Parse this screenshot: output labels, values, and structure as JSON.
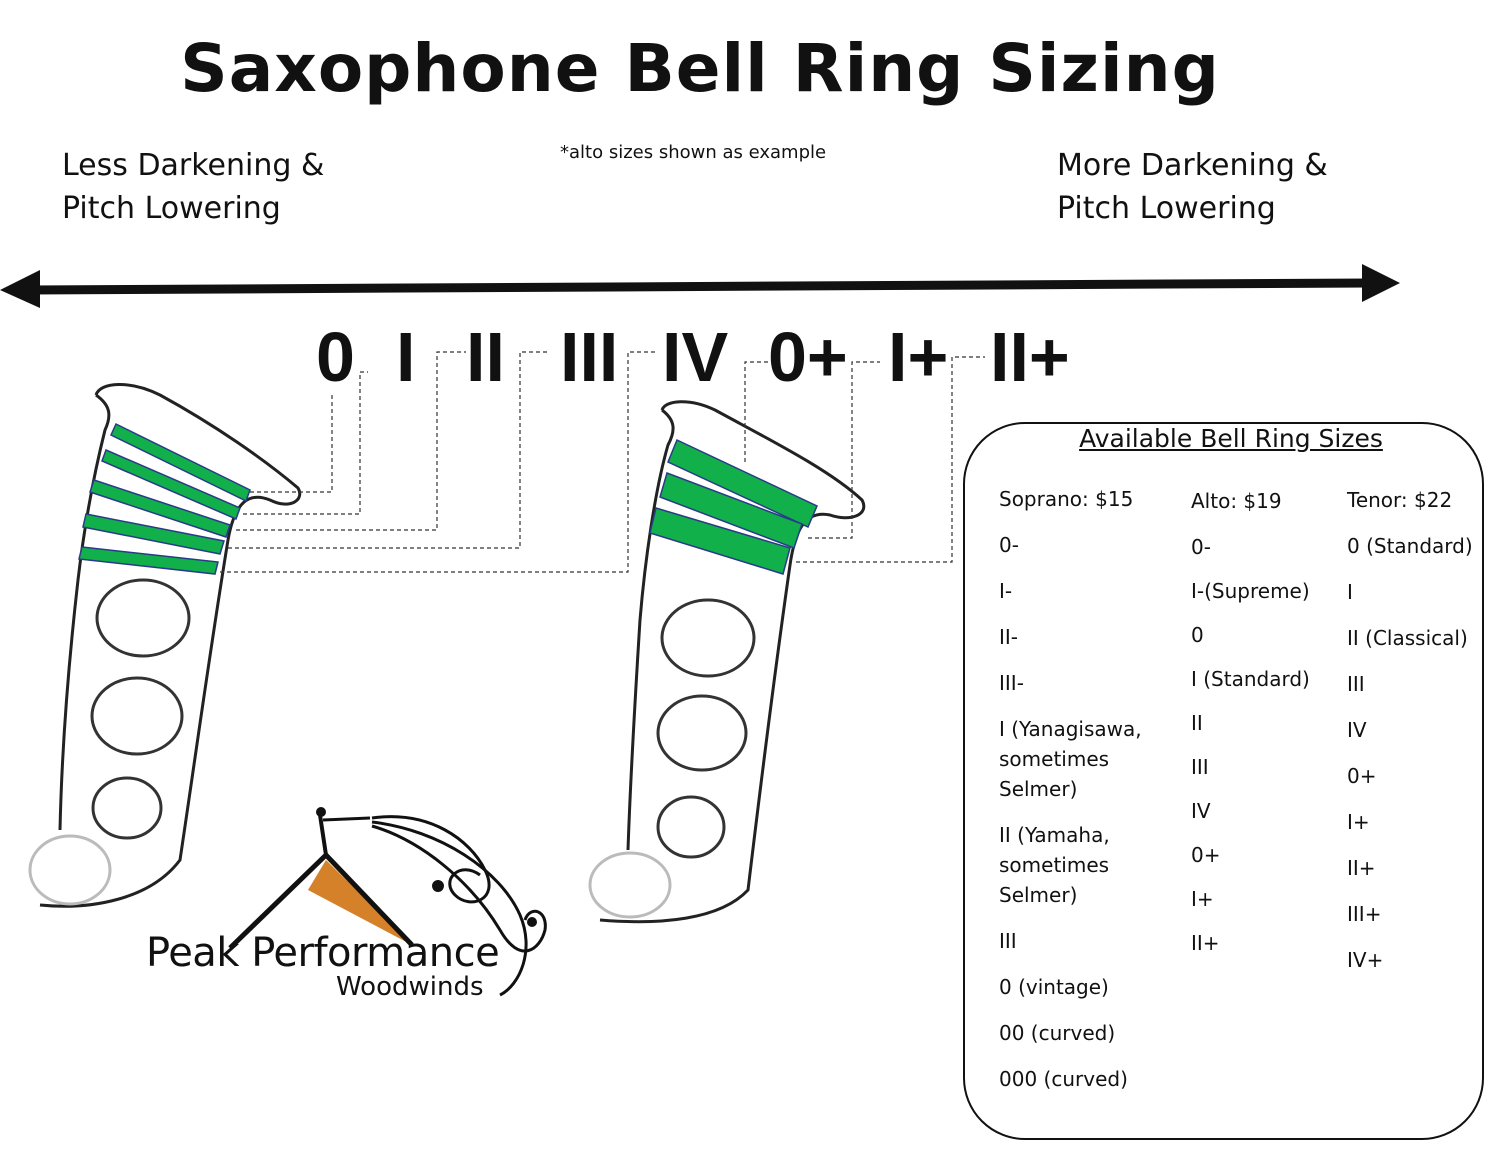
{
  "title": "Saxophone Bell Ring Sizing",
  "note": "*alto sizes shown as example",
  "left_caption": [
    "Less Darkening &",
    "Pitch Lowering"
  ],
  "right_caption": [
    "More Darkening &",
    "Pitch Lowering"
  ],
  "size_labels": [
    "0",
    "I",
    "II",
    "III",
    "IV",
    "0+",
    "I+",
    "II+"
  ],
  "ring_color": "#11b04a",
  "logo_accent": "#d4812a",
  "panel": {
    "title": "Available Bell Ring Sizes",
    "soprano": {
      "header": "Soprano: $15",
      "items": [
        "0-",
        "I-",
        "II-",
        "III-",
        "I (Yanagisawa,",
        "sometimes",
        "Selmer)",
        "II (Yamaha,",
        "sometimes",
        "Selmer)",
        "III",
        "0 (vintage)",
        "00 (curved)",
        "000 (curved)"
      ]
    },
    "alto": {
      "header": "Alto: $19",
      "items": [
        "0-",
        "I-(Supreme)",
        "0",
        "I (Standard)",
        "II",
        "III",
        "IV",
        "0+",
        "I+",
        "II+"
      ]
    },
    "tenor": {
      "header": "Tenor: $22",
      "items": [
        "0 (Standard)",
        "I",
        "II (Classical)",
        "III",
        "IV",
        "0+",
        "I+",
        "II+",
        "III+",
        "IV+"
      ]
    }
  },
  "logo": {
    "main": "Peak Performance",
    "sub": "Woodwinds"
  }
}
